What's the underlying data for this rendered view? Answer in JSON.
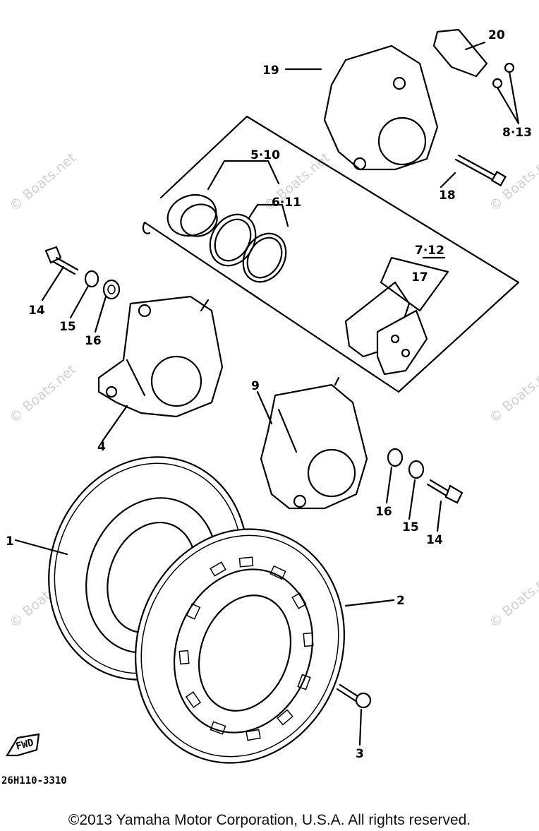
{
  "diagram": {
    "callouts": [
      {
        "id": "c20",
        "text": "20"
      },
      {
        "id": "c19",
        "text": "19"
      },
      {
        "id": "c8-13",
        "text": "8·13"
      },
      {
        "id": "c18",
        "text": "18"
      },
      {
        "id": "c5-10",
        "text": "5·10"
      },
      {
        "id": "c6-11",
        "text": "6·11"
      },
      {
        "id": "c7-12",
        "text": "7·12"
      },
      {
        "id": "c17",
        "text": "17"
      },
      {
        "id": "c14a",
        "text": "14"
      },
      {
        "id": "c15a",
        "text": "15"
      },
      {
        "id": "c16a",
        "text": "16"
      },
      {
        "id": "c4",
        "text": "4"
      },
      {
        "id": "c9",
        "text": "9"
      },
      {
        "id": "c16b",
        "text": "16"
      },
      {
        "id": "c15b",
        "text": "15"
      },
      {
        "id": "c14b",
        "text": "14"
      },
      {
        "id": "c1",
        "text": "1"
      },
      {
        "id": "c2",
        "text": "2"
      },
      {
        "id": "c3",
        "text": "3"
      }
    ],
    "fwd_label": "FWD",
    "diagram_code": "26H110-3310",
    "watermark": "© Boats.net"
  },
  "footer": {
    "copyright": "©2013 Yamaha Motor Corporation, U.S.A. All rights reserved."
  }
}
